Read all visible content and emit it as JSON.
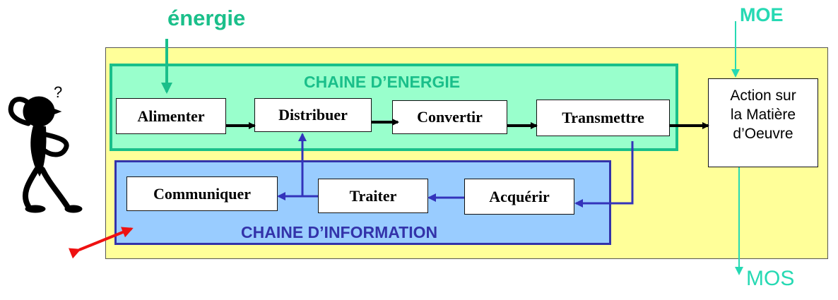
{
  "labels": {
    "energy_input": "énergie",
    "moe": "MOE",
    "mos": "MOS",
    "energy_chain_title": "CHAINE D’ENERGIE",
    "info_chain_title": "CHAINE D’INFORMATION",
    "question_mark": "?"
  },
  "energy_chain": {
    "alimenter": "Alimenter",
    "distribuer": "Distribuer",
    "convertir": "Convertir",
    "transmettre": "Transmettre"
  },
  "info_chain": {
    "communiquer": "Communiquer",
    "traiter": "Traiter",
    "acquerir": "Acquérir"
  },
  "action": {
    "line1": "Action sur",
    "line2": "la Matière",
    "line3": "d’Oeuvre"
  },
  "colors": {
    "outer_bg": "#ffff99",
    "energy_bg": "#99ffcc",
    "energy_border": "#1abf8a",
    "info_bg": "#99ccff",
    "info_border": "#3333aa",
    "energy_text": "#1abf8a",
    "info_text": "#3333aa",
    "matter_color": "#26d9b3",
    "info_arrow": "#3333bb",
    "user_arrow": "#ee1111"
  }
}
